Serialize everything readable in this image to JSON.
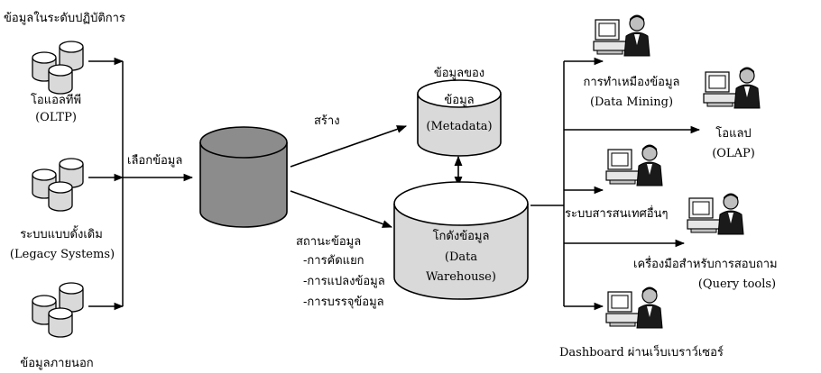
{
  "labels": {
    "operational_title": "ข้อมูลในระดับปฏิบัติการ",
    "oltp_th": "โอแอลทีพี",
    "oltp_en": "(OLTP)",
    "legacy_th": "ระบบแบบดั้งเดิม",
    "legacy_en": "(Legacy Systems)",
    "external_th": "ข้อมูลภายนอก",
    "select": "เลือกข้อมูล",
    "create": "สร้าง",
    "staging": "สถานะข้อมูล",
    "staging_1": "-การคัดแยก",
    "staging_2": "-การแปลงข้อมูล",
    "staging_3": "-การบรรจุข้อมูล",
    "metadata_1": "ข้อมูลของ",
    "metadata_2": "ข้อมูล",
    "metadata_3": "(Metadata)",
    "dw_1": "โกดังข้อมูล",
    "dw_2": "(Data",
    "dw_3": "Warehouse)",
    "mining_th": "การทำเหมืองข้อมูล",
    "mining_en": "(Data Mining)",
    "olap_th": "โอแลป",
    "olap_en": "(OLAP)",
    "other_is": "ระบบสารสนเทศอื่นๆ",
    "query_th": "เครื่องมือสำหรับการสอบถาม",
    "query_en": "(Query tools)",
    "dashboard": "Dashboard ผ่านเว็บเบราว์เซอร์"
  },
  "colors": {
    "cylinder_fill": "#d9d9d9",
    "staging_cylinder": "#8c8c8c",
    "line": "#000000"
  },
  "icons": [
    "database-icon",
    "user-computer-icon"
  ]
}
